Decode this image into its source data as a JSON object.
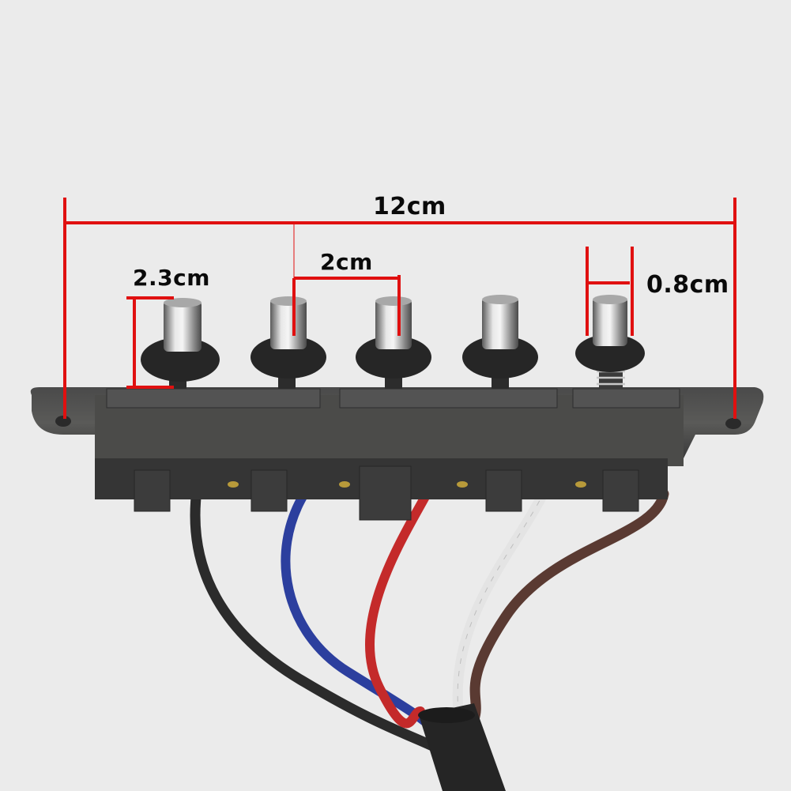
{
  "image": {
    "subject": "5-button push switch for range hood with wiring harness",
    "background_color": "#ebebeb",
    "annotation_color": "#e01010"
  },
  "dimensions": {
    "overall_length": "12cm",
    "button_spacing": "2cm",
    "button_height": "2.3cm",
    "button_diameter": "0.8cm"
  },
  "switch": {
    "button_count": 5,
    "housing_color": "#3e3e3e",
    "cap_color": "#b8b8b8"
  },
  "wires": [
    {
      "name": "black",
      "color": "#2b2b2b"
    },
    {
      "name": "blue",
      "color": "#2c3f9e"
    },
    {
      "name": "red",
      "color": "#c42a2a"
    },
    {
      "name": "white",
      "color": "#e4e4e4"
    },
    {
      "name": "brown",
      "color": "#5a3a32"
    }
  ]
}
